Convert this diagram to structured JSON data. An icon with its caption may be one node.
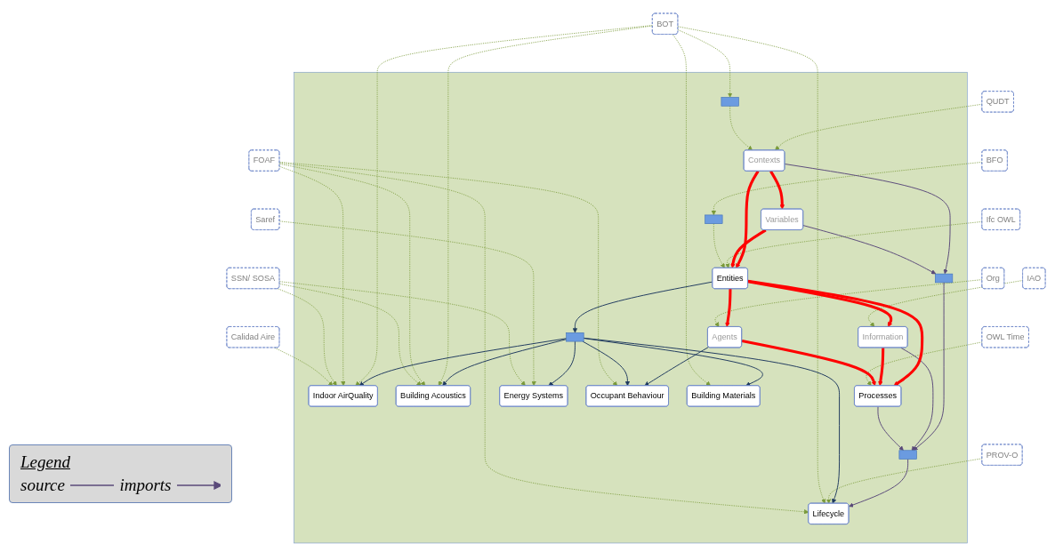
{
  "diagram": {
    "nodes": [
      {
        "text": [
          "Calidad Aire"
        ]
      },
      {
        "text": [
          "SSN/ SOSA"
        ]
      },
      {
        "text": [
          "Saref"
        ]
      },
      {
        "text": [
          "FOAF"
        ]
      },
      {
        "text": [
          "BOT"
        ]
      },
      {
        "text": [
          "PROV-O"
        ]
      },
      {
        "text": [
          "Org"
        ]
      },
      {
        "text": [
          "IAO"
        ]
      },
      {
        "text": [
          "OWL Time"
        ]
      },
      {
        "text": [
          "BFO"
        ]
      },
      {
        "text": [
          "Ifc OWL"
        ]
      },
      {
        "text": [
          "QUDT"
        ]
      },
      {
        "text": [],
        "shape": "box"
      },
      {
        "text": [
          "Indoor AirQuality"
        ],
        "in": 12
      },
      {
        "text": [
          "Building Acoustics"
        ],
        "in": 12
      },
      {
        "text": [
          "Lifecycle"
        ],
        "in": 12
      },
      {
        "text": [
          "Processes"
        ],
        "in": 12
      },
      {
        "text": [
          "Energy Systems"
        ],
        "in": 12
      },
      {
        "text": [
          "Occupant Behaviour"
        ],
        "in": 12
      },
      {
        "text": [
          "Agents"
        ],
        "in": 12
      },
      {
        "text": [
          "Information"
        ],
        "in": 12
      },
      {
        "text": [
          "Building Materials"
        ],
        "in": 12
      },
      {
        "text": [
          "Entities"
        ],
        "in": 12
      },
      {
        "text": [
          "Variables"
        ],
        "in": 12
      },
      {
        "text": [
          "Contexts"
        ],
        "in": 12
      },
      {
        "text": [],
        "shape": "bar",
        "in": 12
      },
      {
        "text": [],
        "shape": "bar",
        "in": 12
      },
      {
        "text": [],
        "shape": "bar",
        "in": 12
      },
      {
        "text": [],
        "shape": "bar",
        "in": 12
      },
      {
        "text": [],
        "shape": "bar",
        "in": 12
      }
    ],
    "edges": [
      {
        "from": 0,
        "to": 13,
        "arrow": "to",
        "style": "dashed"
      },
      {
        "from": 1,
        "to": 13,
        "arrow": "to",
        "style": "dashed"
      },
      {
        "from": 1,
        "to": 17,
        "arrow": "to",
        "style": "dashed"
      },
      {
        "from": 1,
        "to": 14,
        "arrow": "to",
        "style": "dashed"
      },
      {
        "from": 2,
        "to": 17,
        "arrow": "to",
        "style": "dashed"
      },
      {
        "from": 3,
        "to": 13,
        "arrow": "to",
        "style": "dashed"
      },
      {
        "from": 3,
        "to": 14,
        "arrow": "to",
        "style": "dashed"
      },
      {
        "from": 3,
        "to": 18,
        "arrow": "to",
        "style": "dashed"
      },
      {
        "from": 3,
        "to": 15,
        "arrow": "to",
        "style": "dashed"
      },
      {
        "from": 4,
        "to": 13,
        "arrow": "to",
        "style": "dashed"
      },
      {
        "from": 4,
        "to": 14,
        "arrow": "to",
        "style": "dashed"
      },
      {
        "from": 4,
        "to": 21,
        "arrow": "to",
        "style": "dashed"
      },
      {
        "from": 4,
        "to": 15,
        "arrow": "to",
        "style": "dashed"
      },
      {
        "from": 4,
        "to": 26,
        "arrow": "to",
        "style": "dashed"
      },
      {
        "from": 5,
        "to": 15,
        "arrow": "to",
        "style": "dashed"
      },
      {
        "from": 6,
        "to": 19,
        "arrow": "to",
        "style": "dashed"
      },
      {
        "from": 7,
        "to": 20,
        "arrow": "to",
        "style": "dashed"
      },
      {
        "from": 8,
        "to": 16,
        "arrow": "to",
        "style": "dashed"
      },
      {
        "from": 9,
        "to": 25,
        "arrow": "to",
        "style": "dashed"
      },
      {
        "from": 25,
        "to": 22,
        "arrow": "to",
        "style": "dashed"
      },
      {
        "from": 10,
        "to": 22,
        "arrow": "to",
        "style": "dashed"
      },
      {
        "from": 26,
        "to": 24,
        "arrow": "to",
        "style": "dashed"
      },
      {
        "from": 11,
        "to": 24,
        "arrow": "to",
        "style": "dashed"
      },
      {
        "from": 22,
        "to": 28,
        "arrow": "to",
        "color": "#1f3a5f"
      },
      {
        "from": 28,
        "to": 13,
        "arrow": "to",
        "color": "#1f3a5f"
      },
      {
        "from": 28,
        "to": 17,
        "arrow": "to",
        "color": "#1f3a5f"
      },
      {
        "from": 28,
        "to": 14,
        "arrow": "to",
        "color": "#1f3a5f"
      },
      {
        "from": 28,
        "to": 18,
        "arrow": "to",
        "color": "#1f3a5f"
      },
      {
        "from": 28,
        "to": 21,
        "arrow": "to",
        "color": "#1f3a5f"
      },
      {
        "from": 28,
        "to": 15,
        "arrow": "to",
        "color": "#1f3a5f"
      },
      {
        "from": 19,
        "to": 18,
        "arrow": "to",
        "color": "#1f3a5f"
      },
      {
        "from": 16,
        "to": 27,
        "arrow": "to",
        "color": "#5a4a7a"
      },
      {
        "from": 20,
        "to": 27,
        "arrow": "to",
        "color": "#5a4a7a"
      },
      {
        "from": 27,
        "to": 15,
        "arrow": "to",
        "color": "#5a4a7a"
      },
      {
        "from": 29,
        "to": 27,
        "arrow": "to",
        "color": "#5a4a7a"
      },
      {
        "from": 23,
        "to": 29,
        "arrow": "to",
        "color": "#5a4a7a"
      },
      {
        "from": 24,
        "to": 29,
        "arrow": "to",
        "color": "#5a4a7a"
      },
      {
        "from": 19,
        "to": 16,
        "arrow": "to",
        "style": "thick",
        "color": "#ff0000"
      },
      {
        "from": 20,
        "to": 16,
        "arrow": "to",
        "style": "thick",
        "color": "#ff0000"
      },
      {
        "from": 22,
        "to": 16,
        "arrow": "to",
        "style": "thick",
        "color": "#ff0000"
      },
      {
        "from": 22,
        "to": 19,
        "arrow": "to",
        "style": "thick",
        "color": "#ff0000"
      },
      {
        "from": 22,
        "to": 20,
        "arrow": "to",
        "style": "thick",
        "color": "#ff0000"
      },
      {
        "from": 23,
        "to": 22,
        "arrow": "to",
        "style": "thick",
        "color": "#ff0000"
      },
      {
        "from": 24,
        "to": 22,
        "arrow": "to",
        "style": "thick",
        "color": "#ff0000"
      },
      {
        "from": 24,
        "to": 23,
        "arrow": "to",
        "style": "thick",
        "color": "#ff0000"
      }
    ],
    "labels": [
      "Legend"
    ],
    "legend": [
      {
        "text": "source"
      },
      {
        "text": "imports"
      }
    ]
  }
}
